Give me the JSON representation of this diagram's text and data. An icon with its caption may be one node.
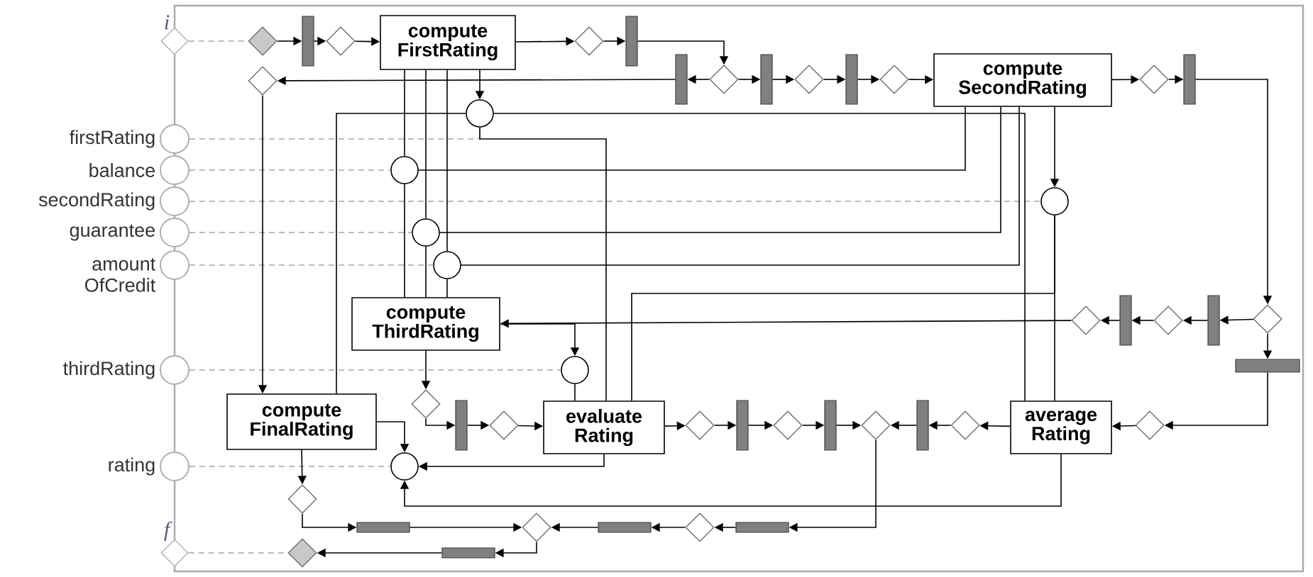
{
  "diagram": {
    "nodes": [
      {
        "text": [],
        "shape": "diamond",
        "beside": [
          "i"
        ]
      },
      {
        "text": [],
        "shape": "circle",
        "beside": [
          "firstRating"
        ]
      },
      {
        "text": [],
        "shape": "circle",
        "beside": [
          "balance"
        ]
      },
      {
        "text": [],
        "shape": "circle",
        "beside": [
          "secondRating"
        ]
      },
      {
        "text": [],
        "shape": "circle",
        "beside": [
          "guarantee"
        ]
      },
      {
        "text": [],
        "shape": "circle",
        "beside": [
          "amount OfCredit"
        ]
      },
      {
        "text": [],
        "shape": "circle",
        "beside": [
          "thirdRating"
        ]
      },
      {
        "text": [],
        "shape": "circle",
        "beside": [
          "rating"
        ]
      },
      {
        "text": [],
        "shape": "diamond",
        "beside": [
          "f"
        ]
      },
      {
        "text": [],
        "shape": "diamond"
      },
      {
        "text": [],
        "shape": "bar"
      },
      {
        "text": [],
        "shape": "diamond"
      },
      {
        "text": [
          "compute FirstRating"
        ]
      },
      {
        "text": [],
        "shape": "diamond"
      },
      {
        "text": [],
        "shape": "bar"
      },
      {
        "text": [],
        "shape": "diamond"
      },
      {
        "text": [],
        "shape": "bar"
      },
      {
        "text": [],
        "shape": "diamond"
      },
      {
        "text": [],
        "shape": "bar"
      },
      {
        "text": [],
        "shape": "diamond"
      },
      {
        "text": [],
        "shape": "bar"
      },
      {
        "text": [],
        "shape": "diamond"
      },
      {
        "text": [
          "compute SecondRating"
        ]
      },
      {
        "text": [],
        "shape": "diamond"
      },
      {
        "text": [],
        "shape": "bar"
      },
      {
        "text": [],
        "shape": "circle"
      },
      {
        "text": [],
        "shape": "circle"
      },
      {
        "text": [],
        "shape": "circle"
      },
      {
        "text": [],
        "shape": "circle"
      },
      {
        "text": [],
        "shape": "circle"
      },
      {
        "text": [
          "compute ThirdRating"
        ]
      },
      {
        "text": [],
        "shape": "diamond"
      },
      {
        "text": [],
        "shape": "bar"
      },
      {
        "text": [],
        "shape": "diamond"
      },
      {
        "text": [],
        "shape": "bar"
      },
      {
        "text": [],
        "shape": "diamond"
      },
      {
        "text": [],
        "shape": "bar"
      },
      {
        "text": [],
        "shape": "circle"
      },
      {
        "text": [
          "compute FinalRating"
        ]
      },
      {
        "text": [],
        "shape": "diamond"
      },
      {
        "text": [],
        "shape": "bar"
      },
      {
        "text": [],
        "shape": "diamond"
      },
      {
        "text": [
          "evaluate Rating"
        ]
      },
      {
        "text": [],
        "shape": "diamond"
      },
      {
        "text": [],
        "shape": "bar"
      },
      {
        "text": [],
        "shape": "diamond"
      },
      {
        "text": [],
        "shape": "bar"
      },
      {
        "text": [],
        "shape": "diamond"
      },
      {
        "text": [],
        "shape": "bar"
      },
      {
        "text": [],
        "shape": "diamond"
      },
      {
        "text": [
          "average Rating"
        ]
      },
      {
        "text": [],
        "shape": "diamond"
      },
      {
        "text": [],
        "shape": "circle"
      },
      {
        "text": [],
        "shape": "diamond"
      },
      {
        "text": [],
        "shape": "bar"
      },
      {
        "text": [],
        "shape": "diamond"
      },
      {
        "text": [],
        "shape": "bar"
      },
      {
        "text": [],
        "shape": "diamond"
      },
      {
        "text": [],
        "shape": "bar"
      },
      {
        "text": [],
        "shape": "bar"
      },
      {
        "text": [],
        "shape": "diamond"
      }
    ],
    "edges": [
      {
        "from": 0,
        "to": 9,
        "arrow": "none",
        "style": "dashed",
        "color": "#a6a6a6"
      },
      {
        "from": 1,
        "to": 25,
        "arrow": "none",
        "style": "dashed",
        "color": "#a6a6a6"
      },
      {
        "from": 2,
        "to": 26,
        "arrow": "none",
        "style": "dashed",
        "color": "#a6a6a6"
      },
      {
        "from": 3,
        "to": 27,
        "arrow": "none",
        "style": "dashed",
        "color": "#a6a6a6"
      },
      {
        "from": 4,
        "to": 28,
        "arrow": "none",
        "style": "dashed",
        "color": "#a6a6a6"
      },
      {
        "from": 5,
        "to": 29,
        "arrow": "none",
        "style": "dashed",
        "color": "#a6a6a6"
      },
      {
        "from": 6,
        "to": 37,
        "arrow": "none",
        "style": "dashed",
        "color": "#a6a6a6"
      },
      {
        "from": 7,
        "to": 52,
        "arrow": "none",
        "style": "dashed",
        "color": "#a6a6a6"
      },
      {
        "from": 8,
        "to": 60,
        "arrow": "none",
        "style": "dashed",
        "color": "#a6a6a6"
      },
      {
        "from": 9,
        "to": 10,
        "arrow": "to"
      },
      {
        "from": 10,
        "to": 11,
        "arrow": "to"
      },
      {
        "from": 11,
        "to": 12,
        "arrow": "to"
      },
      {
        "from": 12,
        "to": 13,
        "arrow": "to"
      },
      {
        "from": 13,
        "to": 14,
        "arrow": "to"
      },
      {
        "from": 14,
        "to": 17,
        "arrow": "to"
      },
      {
        "from": 17,
        "to": 16,
        "arrow": "to"
      },
      {
        "from": 16,
        "to": 15,
        "arrow": "to"
      },
      {
        "from": 17,
        "to": 18,
        "arrow": "to"
      },
      {
        "from": 18,
        "to": 19,
        "arrow": "to"
      },
      {
        "from": 19,
        "to": 20,
        "arrow": "to"
      },
      {
        "from": 20,
        "to": 21,
        "arrow": "to"
      },
      {
        "from": 21,
        "to": 22,
        "arrow": "to"
      },
      {
        "from": 22,
        "to": 23,
        "arrow": "to"
      },
      {
        "from": 23,
        "to": 24,
        "arrow": "to"
      },
      {
        "from": 24,
        "to": 35,
        "arrow": "to"
      },
      {
        "from": 35,
        "to": 34,
        "arrow": "to"
      },
      {
        "from": 34,
        "to": 33,
        "arrow": "to"
      },
      {
        "from": 33,
        "to": 32,
        "arrow": "to"
      },
      {
        "from": 32,
        "to": 31,
        "arrow": "to"
      },
      {
        "from": 31,
        "to": 30,
        "arrow": "to"
      },
      {
        "from": 35,
        "to": 36,
        "arrow": "to"
      },
      {
        "from": 36,
        "to": 51,
        "arrow": "to"
      },
      {
        "from": 51,
        "to": 50,
        "arrow": "to"
      },
      {
        "from": 50,
        "to": 49,
        "arrow": "to"
      },
      {
        "from": 49,
        "to": 48,
        "arrow": "to"
      },
      {
        "from": 48,
        "to": 47,
        "arrow": "to"
      },
      {
        "from": 15,
        "to": 38,
        "arrow": "to"
      },
      {
        "from": 12,
        "to": 25,
        "arrow": "to"
      },
      {
        "from": 22,
        "to": 27,
        "arrow": "to"
      },
      {
        "from": 30,
        "to": 37,
        "arrow": "to"
      },
      {
        "from": 30,
        "to": 39,
        "arrow": "to"
      },
      {
        "from": 39,
        "to": 40,
        "arrow": "to"
      },
      {
        "from": 40,
        "to": 41,
        "arrow": "to"
      },
      {
        "from": 41,
        "to": 42,
        "arrow": "to"
      },
      {
        "from": 42,
        "to": 43,
        "arrow": "to"
      },
      {
        "from": 43,
        "to": 44,
        "arrow": "to"
      },
      {
        "from": 44,
        "to": 45,
        "arrow": "to"
      },
      {
        "from": 45,
        "to": 46,
        "arrow": "to"
      },
      {
        "from": 46,
        "to": 47,
        "arrow": "to"
      },
      {
        "from": 47,
        "to": 58,
        "arrow": "to"
      },
      {
        "from": 58,
        "to": 57,
        "arrow": "to"
      },
      {
        "from": 57,
        "to": 56,
        "arrow": "to"
      },
      {
        "from": 56,
        "to": 55,
        "arrow": "to"
      },
      {
        "from": 38,
        "to": 53,
        "arrow": "to"
      },
      {
        "from": 53,
        "to": 54,
        "arrow": "to"
      },
      {
        "from": 54,
        "to": 55,
        "arrow": "to"
      },
      {
        "from": 55,
        "to": 59,
        "arrow": "to"
      },
      {
        "from": 59,
        "to": 60,
        "arrow": "to"
      },
      {
        "from": 38,
        "to": 52,
        "arrow": "to"
      },
      {
        "from": 42,
        "to": 52,
        "arrow": "to"
      },
      {
        "from": 50,
        "to": 52,
        "arrow": "to"
      },
      {
        "from": 25,
        "to": 38,
        "arrow": "none"
      },
      {
        "from": 25,
        "to": 42,
        "arrow": "none"
      },
      {
        "from": 25,
        "to": 50,
        "arrow": "none"
      },
      {
        "from": 12,
        "to": 26,
        "arrow": "none"
      },
      {
        "from": 26,
        "to": 30,
        "arrow": "none"
      },
      {
        "from": 12,
        "to": 28,
        "arrow": "none"
      },
      {
        "from": 28,
        "to": 30,
        "arrow": "none"
      },
      {
        "from": 12,
        "to": 29,
        "arrow": "none"
      },
      {
        "from": 29,
        "to": 30,
        "arrow": "none"
      },
      {
        "from": 26,
        "to": 22,
        "arrow": "none"
      },
      {
        "from": 28,
        "to": 22,
        "arrow": "none"
      },
      {
        "from": 29,
        "to": 22,
        "arrow": "none"
      },
      {
        "from": 27,
        "to": 42,
        "arrow": "none"
      },
      {
        "from": 27,
        "to": 50,
        "arrow": "none"
      },
      {
        "from": 37,
        "to": 42,
        "arrow": "none"
      }
    ]
  }
}
